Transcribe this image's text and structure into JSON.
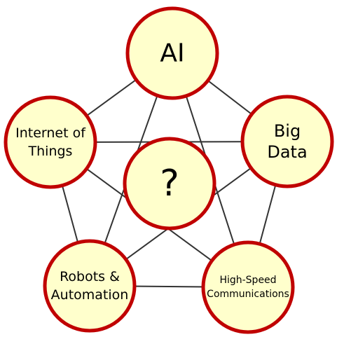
{
  "diagram": {
    "nodes": [
      {
        "id": "ai",
        "lines": [
          "AI"
        ]
      },
      {
        "id": "big-data",
        "lines": [
          "Big",
          "Data"
        ]
      },
      {
        "id": "high-speed-communications",
        "lines": [
          "High-Speed",
          "Communications"
        ]
      },
      {
        "id": "robots-automation",
        "lines": [
          "Robots &",
          "Automation"
        ]
      },
      {
        "id": "internet-of-things",
        "lines": [
          "Internet of",
          "Things"
        ]
      },
      {
        "id": "center-question",
        "lines": [
          "?"
        ]
      }
    ],
    "edges": [
      [
        "ai",
        "big-data"
      ],
      [
        "big-data",
        "high-speed-communications"
      ],
      [
        "high-speed-communications",
        "robots-automation"
      ],
      [
        "robots-automation",
        "internet-of-things"
      ],
      [
        "internet-of-things",
        "ai"
      ],
      [
        "ai",
        "high-speed-communications"
      ],
      [
        "ai",
        "robots-automation"
      ],
      [
        "big-data",
        "robots-automation"
      ],
      [
        "big-data",
        "internet-of-things"
      ],
      [
        "high-speed-communications",
        "internet-of-things"
      ]
    ]
  }
}
